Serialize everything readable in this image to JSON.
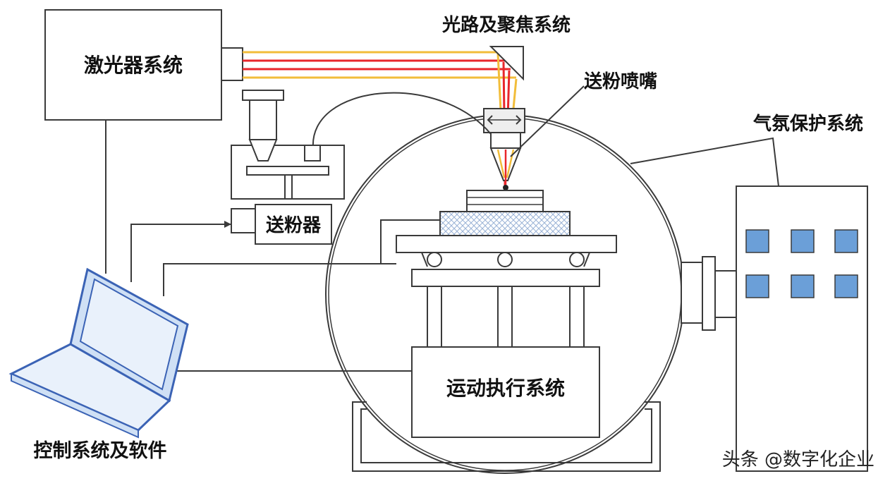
{
  "labels": {
    "laser_system": "激光器系统",
    "optics_system": "光路及聚焦系统",
    "powder_nozzle": "送粉喷嘴",
    "gas_protection": "气氛保护系统",
    "powder_feeder": "送粉器",
    "motion_system": "运动执行系统",
    "control_system": "控制系统及软件"
  },
  "watermark": "头条 @数字化企业",
  "colors": {
    "beam_red": "#e8262b",
    "beam_yellow": "#f2bd3a",
    "window_blue": "#6b9fd8",
    "laptop_blue": "#3b63b5",
    "outline": "#3a3a3a"
  }
}
